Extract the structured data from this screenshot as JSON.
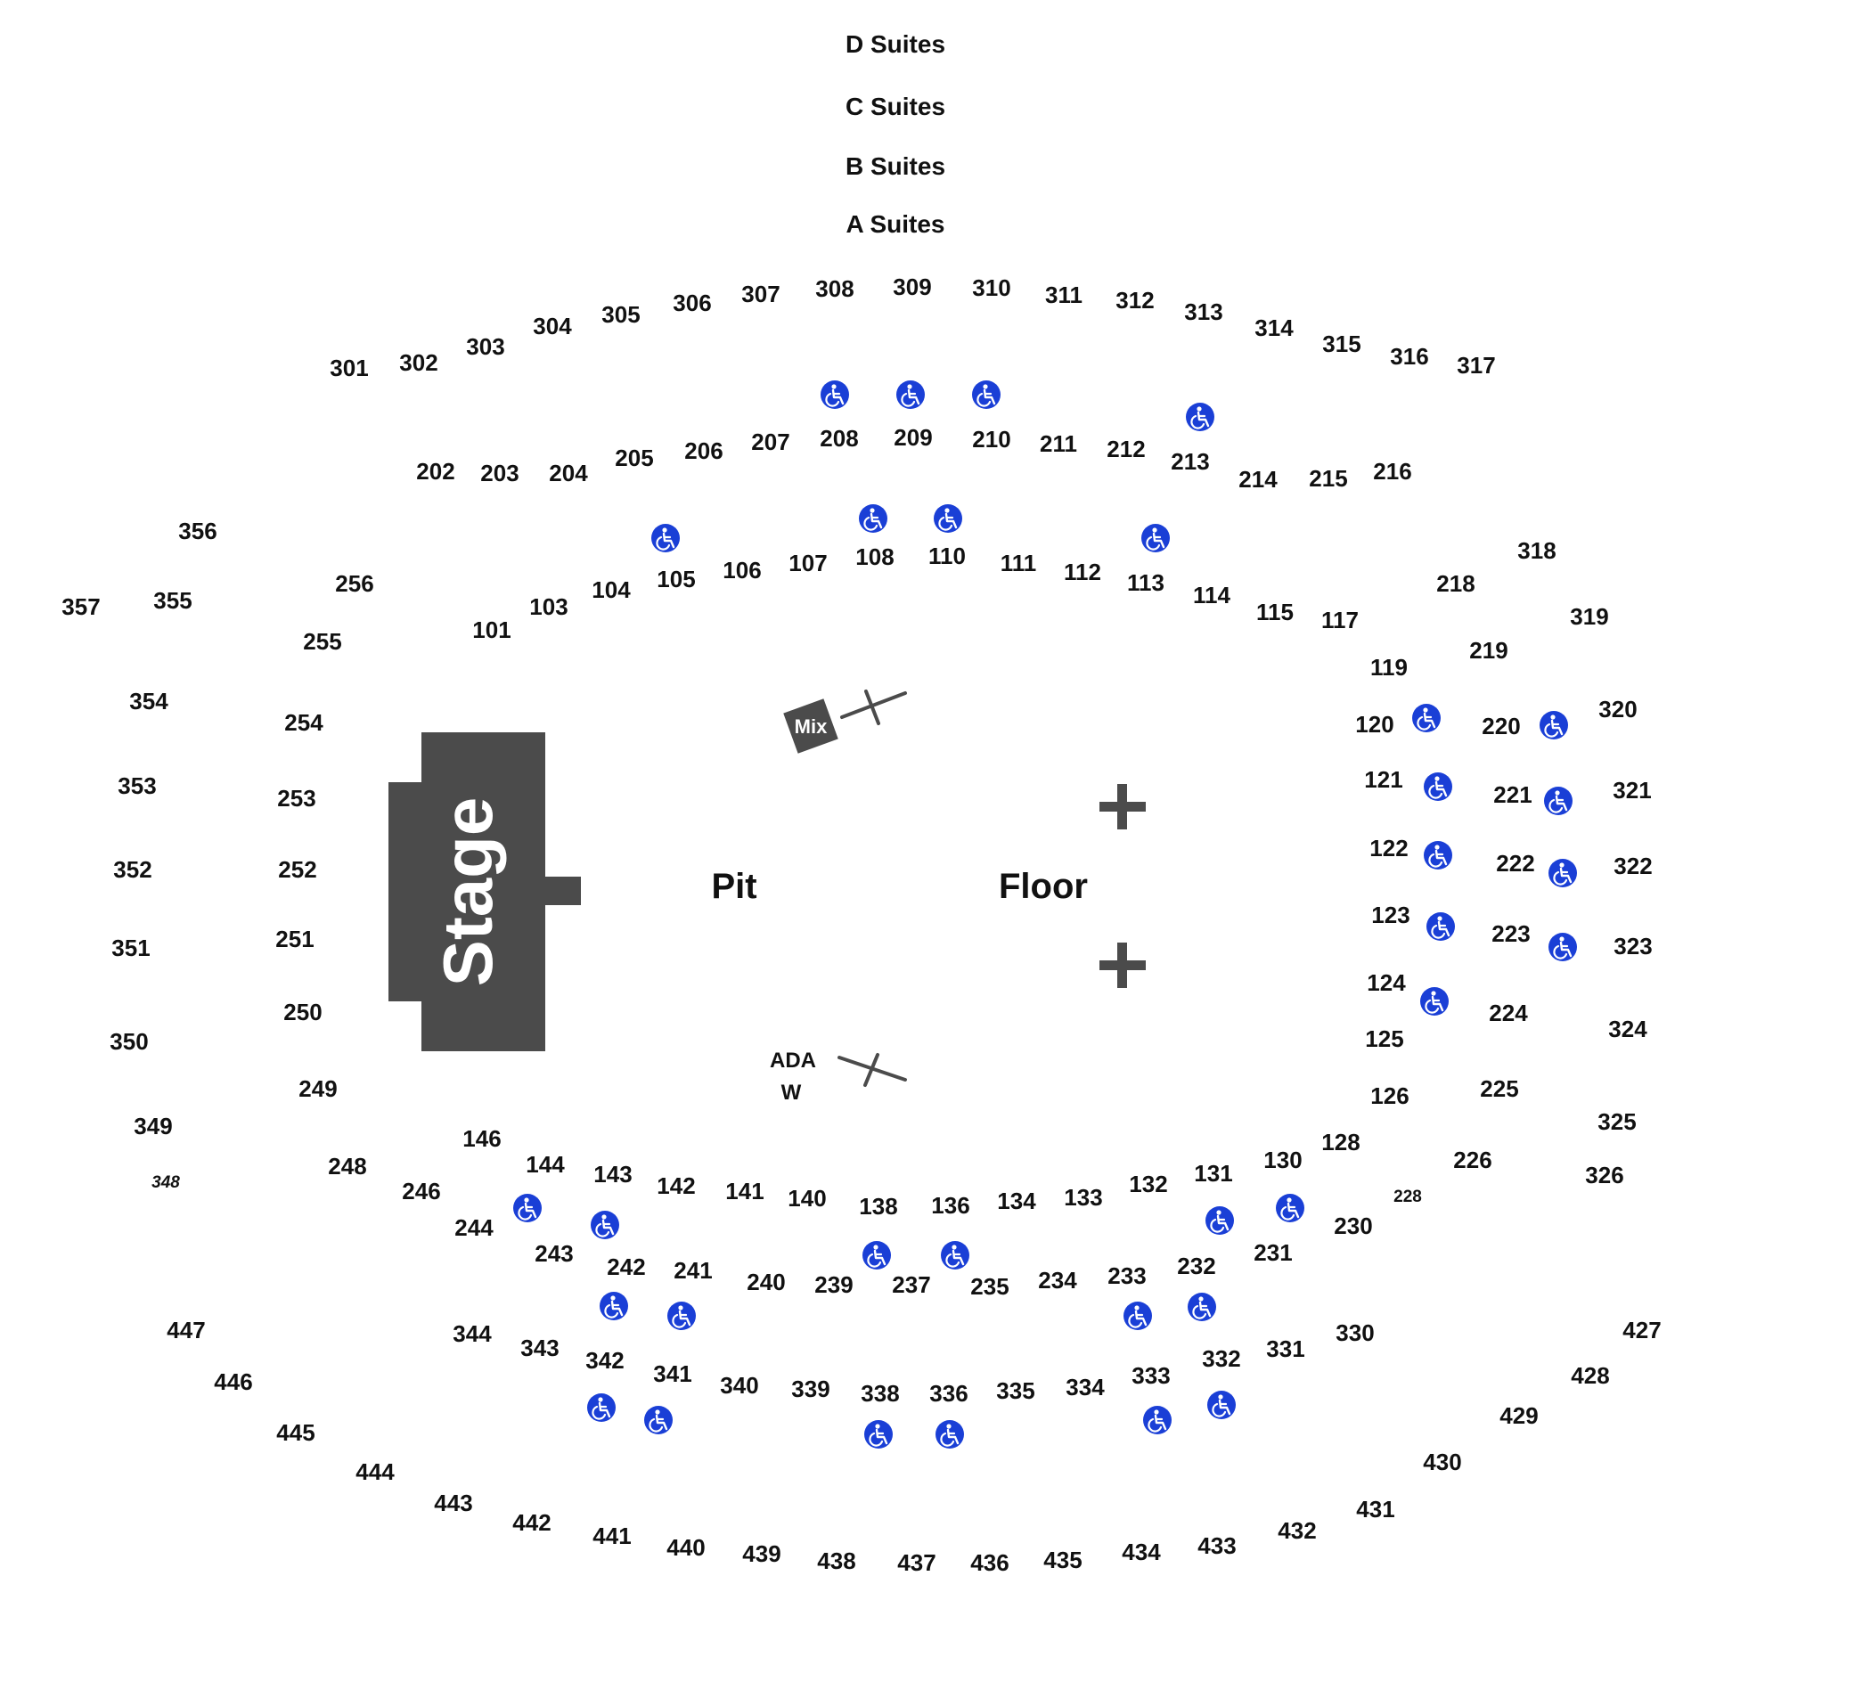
{
  "colors": {
    "stage": "#4b4b4b",
    "ada": "#1a3fd6",
    "text": "#111111",
    "lines": "#4b4b4b"
  },
  "suites": [
    {
      "label": "D Suites"
    },
    {
      "label": "C Suites"
    },
    {
      "label": "B Suites"
    },
    {
      "label": "A Suites"
    }
  ],
  "zones": {
    "pit": "Pit",
    "floor": "Floor",
    "stage": "Stage",
    "mix": "Mix",
    "ada_line1": "ADA",
    "ada_line2": "W"
  },
  "sections": [
    "301",
    "302",
    "303",
    "304",
    "305",
    "306",
    "307",
    "308",
    "309",
    "310",
    "311",
    "312",
    "313",
    "314",
    "315",
    "316",
    "317",
    "202",
    "203",
    "204",
    "205",
    "206",
    "207",
    "208",
    "209",
    "210",
    "211",
    "212",
    "213",
    "214",
    "215",
    "216",
    "356",
    "256",
    "357",
    "355",
    "255",
    "101",
    "103",
    "104",
    "105",
    "106",
    "107",
    "108",
    "110",
    "111",
    "112",
    "113",
    "114",
    "115",
    "117",
    "318",
    "218",
    "319",
    "219",
    "119",
    "120",
    "220",
    "320",
    "121",
    "221",
    "321",
    "122",
    "222",
    "322",
    "123",
    "223",
    "323",
    "124",
    "224",
    "324",
    "125",
    "126",
    "225",
    "325",
    "128",
    "226",
    "326",
    "130",
    "228",
    "230",
    "131",
    "231",
    "354",
    "254",
    "353",
    "253",
    "352",
    "252",
    "351",
    "251",
    "250",
    "350",
    "249",
    "349",
    "348",
    "248",
    "246",
    "244",
    "243",
    "146",
    "144",
    "143",
    "142",
    "141",
    "140",
    "138",
    "136",
    "134",
    "133",
    "132",
    "242",
    "241",
    "240",
    "239",
    "237",
    "235",
    "234",
    "233",
    "232",
    "447",
    "446",
    "445",
    "444",
    "443",
    "442",
    "441",
    "440",
    "439",
    "438",
    "437",
    "436",
    "435",
    "434",
    "433",
    "432",
    "431",
    "430",
    "429",
    "428",
    "427",
    "344",
    "343",
    "342",
    "341",
    "340",
    "339",
    "338",
    "336",
    "335",
    "334",
    "333",
    "332",
    "331",
    "330"
  ],
  "ada_icon": "wheelchair-icon",
  "map_elements": [
    "stage",
    "pit",
    "floor",
    "mix-position",
    "ada-platform",
    "camera-cross-1",
    "camera-cross-2"
  ]
}
